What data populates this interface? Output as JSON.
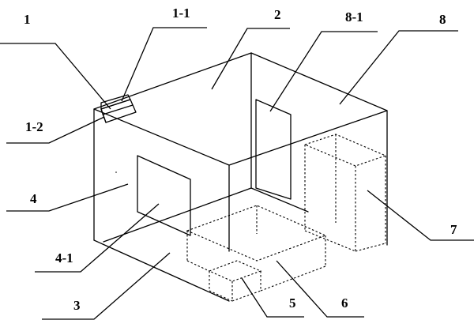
{
  "labels": {
    "l1": "1",
    "l1_1": "1-1",
    "l1_2": "1-2",
    "l2": "2",
    "l3": "3",
    "l4": "4",
    "l4_1": "4-1",
    "l5": "5",
    "l6": "6",
    "l7": "7",
    "l8": "8",
    "l8_1": "8-1"
  }
}
